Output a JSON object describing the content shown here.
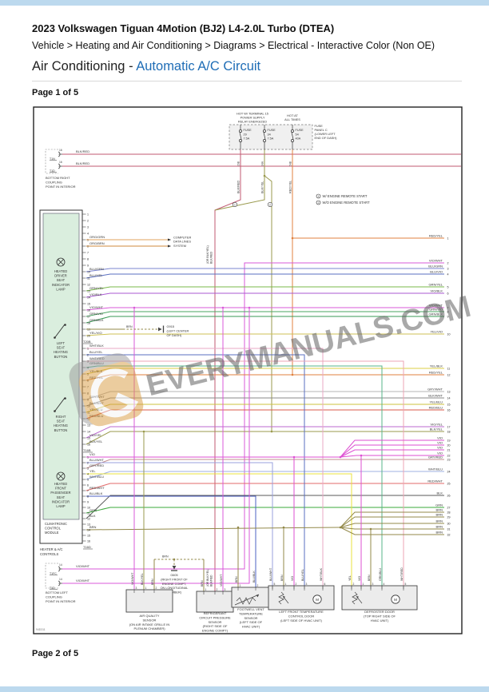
{
  "page": {
    "top_bar_color": "#bcd9ee",
    "title": "2023 Volkswagen Tiguan 4Motion (BJ2) L4-2.0L Turbo (DTEA)",
    "breadcrumb": "Vehicle > Heating and Air Conditioning > Diagrams > Electrical - Interactive Color (Non OE)",
    "heading_prefix": "Air Conditioning - ",
    "heading_link": "Automatic A/C Circuit",
    "accent": "#1f6db6",
    "page_top": "Page 1 of 5",
    "page_bottom": "Page 2 of 5",
    "doc_id": "94D311"
  },
  "watermark": {
    "text": "EVERYMANUALS.COM"
  },
  "notes": [
    {
      "n": "1",
      "text": "W/ ENGINE REMOTE START"
    },
    {
      "n": "2",
      "text": "W/O ENGINE REMOTE START"
    }
  ],
  "power": {
    "hot1": [
      "HOT W/ TERMINAL 15",
      "POWER SUPPLY",
      "RELAY ENERGIZED"
    ],
    "hot2": [
      "HOT AT",
      "ALL TIMES"
    ],
    "panel": [
      "FUSE",
      "PANEL C",
      "(LOWER LEFT",
      "END OF DASH)"
    ],
    "fuses": [
      {
        "label": [
          "FUSE",
          "29",
          "7.5A"
        ],
        "wire": "BLK/RED",
        "tag": "29B"
      },
      {
        "label": [
          "FUSE",
          "34",
          "7.5A"
        ],
        "wire": "BLK/YEL",
        "tag": "34A"
      },
      {
        "label": [
          "FUSE",
          "54",
          "40A"
        ],
        "wire": "RED/YEL",
        "tag": "54B"
      }
    ],
    "alt_wire": [
      "(OR BLK/YEL)",
      "BLK/RED"
    ]
  },
  "top_connector": {
    "caption": [
      "BOTTOM RIGHT",
      "COUPLING",
      "POINT IN INTERIOR"
    ],
    "rows": [
      {
        "pin": "16",
        "wire": "BLK/RED",
        "name": "T1N"
      },
      {
        "pin": "16",
        "wire": "BLK/RED",
        "name": "T1D"
      }
    ]
  },
  "bottom_connector": {
    "caption": [
      "BOTTOM LEFT",
      "COUPLING",
      "POINT IN INTERIOR"
    ],
    "rows": [
      {
        "pin": "14",
        "wire": "VIO/WHT",
        "name": "T1FC"
      },
      {
        "pin": "14",
        "wire": "VIO/WHT",
        "name": "T1D"
      }
    ]
  },
  "module": {
    "inner_parts": [
      {
        "symbol": "lamp",
        "label": [
          "HEATED",
          "DRIVER",
          "SEAT",
          "INDICATOR",
          "LAMP"
        ]
      },
      {
        "symbol": "switch",
        "label": [
          "LEFT",
          "SEAT",
          "HEATING",
          "BUTTON"
        ]
      },
      {
        "symbol": "switch",
        "label": [
          "RIGHT",
          "SEAT",
          "HEATING",
          "BUTTON"
        ]
      },
      {
        "symbol": "lamp",
        "label": [
          "HEATED",
          "FRONT",
          "PASSENGER",
          "SEAT",
          "INDICATOR",
          "LAMP"
        ]
      }
    ],
    "module_label": [
      "CLIMATRONIC",
      "CONTROL",
      "MODULE"
    ],
    "outside_label": [
      "HEATER & A/C",
      "CONTROLS"
    ],
    "data_dest": [
      "COMPUTER",
      "DATA LINES",
      "SYSTEM"
    ],
    "groups": [
      {
        "connector": "T20B",
        "count": 20,
        "wires": {
          "5": "ORG/GRN",
          "6": "ORG/BRN",
          "10": "BLU/GRN",
          "11": "BLU/YEL",
          "13": "GRN/YEL",
          "14": "VIO/BLK",
          "16": "VIO/WHT",
          "17": "GRN/VIO",
          "18": "GRN/BLK",
          "19": "BRN",
          "20": "YEL/VIO"
        }
      },
      {
        "connector": "T16B",
        "count": 16,
        "wires": {
          "1": "WHT/BLK",
          "2": "BLU/YEL",
          "3": "WHT/RED",
          "4": "GRN/BLU",
          "5": "YEL/BLK",
          "6": "RED/YEL",
          "9": "GRY/WHT",
          "10": "BLK/WHT",
          "11": "YEL/BLU",
          "12": "RED/BLU",
          "15": "VIO/YEL",
          "16": "BLK/YEL"
        }
      },
      {
        "connector": "T16D",
        "count": 16,
        "wires": {
          "1": "VIO",
          "2": "BLU/WHT",
          "3": "GRY/RED",
          "4": "YEL",
          "5": "WHT/BLU",
          "7": "RED/WHT",
          "8": "BLU/BLK",
          "11": "GRN",
          "12": "BLK",
          "14": "BRN"
        }
      }
    ]
  },
  "right_pins": [
    {
      "pin": "1",
      "wire": "RED/YEL"
    },
    {
      "pin": "2",
      "wire": "VIO/WHT"
    },
    {
      "pin": "3",
      "wire": "BLU/GRN"
    },
    {
      "pin": "4",
      "wire": "BLU/VIO"
    },
    {
      "pin": "5",
      "wire": "GRN/YEL"
    },
    {
      "pin": "6",
      "wire": "VIO/BLK"
    },
    {
      "pin": "7",
      "wire": "VIO/WHT"
    },
    {
      "pin": "8",
      "wire": "GRN/VIO"
    },
    {
      "pin": "9",
      "wire": "GRN/BLK"
    },
    {
      "pin": "10",
      "wire": "YEL/VIO"
    },
    {
      "pin": "11",
      "wire": "YEL/BLK"
    },
    {
      "pin": "12",
      "wire": "RED/YEL"
    },
    {
      "pin": "13",
      "wire": "GRY/WHT"
    },
    {
      "pin": "14",
      "wire": "BLK/WHT"
    },
    {
      "pin": "15",
      "wire": "YEL/BLU"
    },
    {
      "pin": "16",
      "wire": "RED/BLU"
    },
    {
      "pin": "17",
      "wire": "VIO/YEL"
    },
    {
      "pin": "18",
      "wire": "BLK/YEL"
    },
    {
      "pin": "19",
      "wire": "VIO"
    },
    {
      "pin": "20",
      "wire": "VIO"
    },
    {
      "pin": "21",
      "wire": "VIO"
    },
    {
      "pin": "22",
      "wire": "VIO"
    },
    {
      "pin": "23",
      "wire": "GRY/RED"
    },
    {
      "pin": "24",
      "wire": "WHT/BLU"
    },
    {
      "pin": "25",
      "wire": "RED/WHT"
    },
    {
      "pin": "26",
      "wire": "BLK"
    },
    {
      "pin": "27",
      "wire": "GRN"
    },
    {
      "pin": "28",
      "wire": "BRN"
    },
    {
      "pin": "29",
      "wire": "BRN"
    },
    {
      "pin": "30",
      "wire": "BRN"
    },
    {
      "pin": "31",
      "wire": "BRN"
    },
    {
      "pin": "32",
      "wire": "BRN"
    }
  ],
  "grounds": [
    {
      "name": "G915",
      "wire": "BRN",
      "caption": [
        "G915",
        "(LEFT CENTER",
        "OF DASH)"
      ]
    },
    {
      "name": "G605",
      "wire": "BRN",
      "caption": [
        "G605",
        "(RIGHT FRONT OF",
        "ENGINE COMPT,",
        "ON LONGITUDINAL",
        "MEMBER)"
      ]
    }
  ],
  "components": [
    {
      "caption": [
        "AIR QUALITY",
        "SENSOR",
        "(ON AIR INTAKE GRILLE IN",
        "PLENUM CHAMBER)"
      ],
      "symbol": "plain",
      "pins": [
        {
          "pin": "3",
          "wire": "VIO/WHT"
        },
        {
          "pin": "1",
          "wire": "BLK/YEL"
        },
        {
          "pin": "2",
          "wire": "BRN"
        }
      ]
    },
    {
      "caption": [
        "REFRIGERANT",
        "CIRCUIT PRESSURE",
        "SENSOR",
        "(RIGHT SIDE OF",
        "ENGINE COMPT)"
      ],
      "symbol": "plain",
      "pins": [
        {
          "pin": "1",
          "wire": "BRN"
        },
        {
          "pin": "2",
          "wire": "BLK/RED",
          "alt": true
        },
        {
          "pin": "3",
          "wire": "VIO/WHT"
        }
      ]
    },
    {
      "caption": [
        "FOOTWELL VENT",
        "TEMPERATURE",
        "SENSOR",
        "(LEFT SIDE OF",
        "HVAC UNIT)"
      ],
      "symbol": "thermistor",
      "pins": [
        {
          "pin": "1",
          "wire": "BRN"
        },
        {
          "pin": "2",
          "wire": "BLU/BLK"
        }
      ]
    },
    {
      "caption": [
        "LEFT FRONT TEMPERATURE",
        "CONTROL DOOR",
        "(LEFT SIDE OF HVAC UNIT)"
      ],
      "symbol": "motor",
      "pins": [
        {
          "pin": "5",
          "wire": "BLU/WHT"
        },
        {
          "pin": "1",
          "wire": "BRN"
        },
        {
          "pin": "2",
          "wire": "VIO"
        },
        {
          "pin": "3",
          "wire": "BLU/YEL"
        },
        {
          "pin": "6",
          "wire": "WHT/BLK"
        }
      ]
    },
    {
      "caption": [
        "DEFROSTER DOOR",
        "(TOP RIGHT SIDE OF",
        "HVAC UNIT)"
      ],
      "symbol": "motor",
      "pins": [
        {
          "pin": "2",
          "wire": "YEL"
        },
        {
          "pin": "1",
          "wire": "VIO"
        },
        {
          "pin": "3",
          "wire": "BRN"
        },
        {
          "pin": "4",
          "wire": "GRN/BLU"
        },
        {
          "pin": "5",
          "wire": "WHT/RED"
        }
      ]
    }
  ],
  "wire_colors": {
    "BLK/RED": "#c05a72",
    "BLK/YEL": "#9a9a4e",
    "RED/YEL": "#e0813f",
    "VIO/WHT": "#d959d9",
    "BLU/GRN": "#7b85cf",
    "BLU/YEL": "#5a6fc0",
    "BLU/VIO": "#7a6bc8",
    "GRN/YEL": "#79b84a",
    "VIO/BLK": "#a95ad2",
    "GRN/VIO": "#4aa562",
    "GRN/BLK": "#3a9a55",
    "BRN": "#93894a",
    "YEL/VIO": "#cfc254",
    "WHT/BLK": "#e9a8c6",
    "WHT/RED": "#eda4b4",
    "GRN/BLU": "#57b489",
    "YEL/BLK": "#ddcf46",
    "GRY/WHT": "#b5b5b5",
    "BLK/WHT": "#8a8a8a",
    "YEL/BLU": "#cdc13e",
    "RED/BLU": "#d95848",
    "VIO/YEL": "#bb6ad0",
    "VIO": "#dd4fd2",
    "GRY/RED": "#c09090",
    "WHT/BLU": "#9fb0e2",
    "RED/WHT": "#e26a6a",
    "BLK": "#5a5a5a",
    "GRN": "#3aa83a",
    "BLU/WHT": "#9aa0dd",
    "BLU/BLK": "#4d62c3",
    "YEL": "#e8e23c",
    "ORG/GRN": "#e0a35c",
    "ORG/BRN": "#cf8a3e"
  }
}
